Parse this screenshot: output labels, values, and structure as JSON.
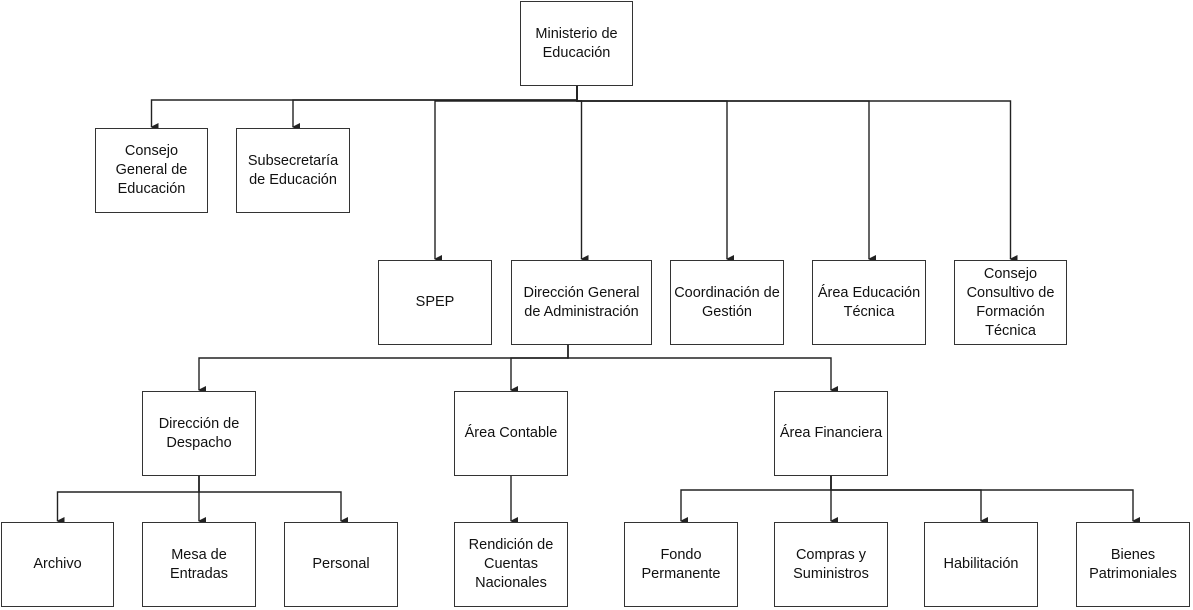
{
  "nodes": [
    {
      "id": "ministerio",
      "label": "Ministerio de Educación"
    },
    {
      "id": "consejo_general",
      "label": "Consejo General de Educación"
    },
    {
      "id": "subsecretaria",
      "label": "Subsecretaría de Educación"
    },
    {
      "id": "spep",
      "label": "SPEP"
    },
    {
      "id": "direccion_general",
      "label": "Dirección General de Administración"
    },
    {
      "id": "coordinacion",
      "label": "Coordinación de Gestión"
    },
    {
      "id": "area_educacion_tecnica",
      "label": "Área Educación Técnica"
    },
    {
      "id": "consejo_consultivo",
      "label": "Consejo Consultivo de Formación Técnica"
    },
    {
      "id": "direccion_despacho",
      "label": "Dirección de Despacho"
    },
    {
      "id": "area_contable",
      "label": "Área Contable"
    },
    {
      "id": "area_financiera",
      "label": "Área Financiera"
    },
    {
      "id": "archivo",
      "label": "Archivo"
    },
    {
      "id": "mesa_entradas",
      "label": "Mesa de Entradas"
    },
    {
      "id": "personal",
      "label": "Personal"
    },
    {
      "id": "rendicion",
      "label": "Rendición de Cuentas Nacionales"
    },
    {
      "id": "fondo_permanente",
      "label": "Fondo Permanente"
    },
    {
      "id": "compras",
      "label": "Compras y Suministros"
    },
    {
      "id": "habilitacion",
      "label": "Habilitación"
    },
    {
      "id": "bienes",
      "label": "Bienes Patrimoniales"
    }
  ],
  "edges": [
    [
      "ministerio",
      "consejo_general"
    ],
    [
      "ministerio",
      "subsecretaria"
    ],
    [
      "ministerio",
      "spep"
    ],
    [
      "ministerio",
      "direccion_general"
    ],
    [
      "ministerio",
      "coordinacion"
    ],
    [
      "ministerio",
      "area_educacion_tecnica"
    ],
    [
      "ministerio",
      "consejo_consultivo"
    ],
    [
      "direccion_general",
      "direccion_despacho"
    ],
    [
      "direccion_general",
      "area_contable"
    ],
    [
      "direccion_general",
      "area_financiera"
    ],
    [
      "direccion_despacho",
      "archivo"
    ],
    [
      "direccion_despacho",
      "mesa_entradas"
    ],
    [
      "direccion_despacho",
      "personal"
    ],
    [
      "area_contable",
      "rendicion"
    ],
    [
      "area_financiera",
      "fondo_permanente"
    ],
    [
      "area_financiera",
      "compras"
    ],
    [
      "area_financiera",
      "habilitacion"
    ],
    [
      "area_financiera",
      "bienes"
    ]
  ]
}
